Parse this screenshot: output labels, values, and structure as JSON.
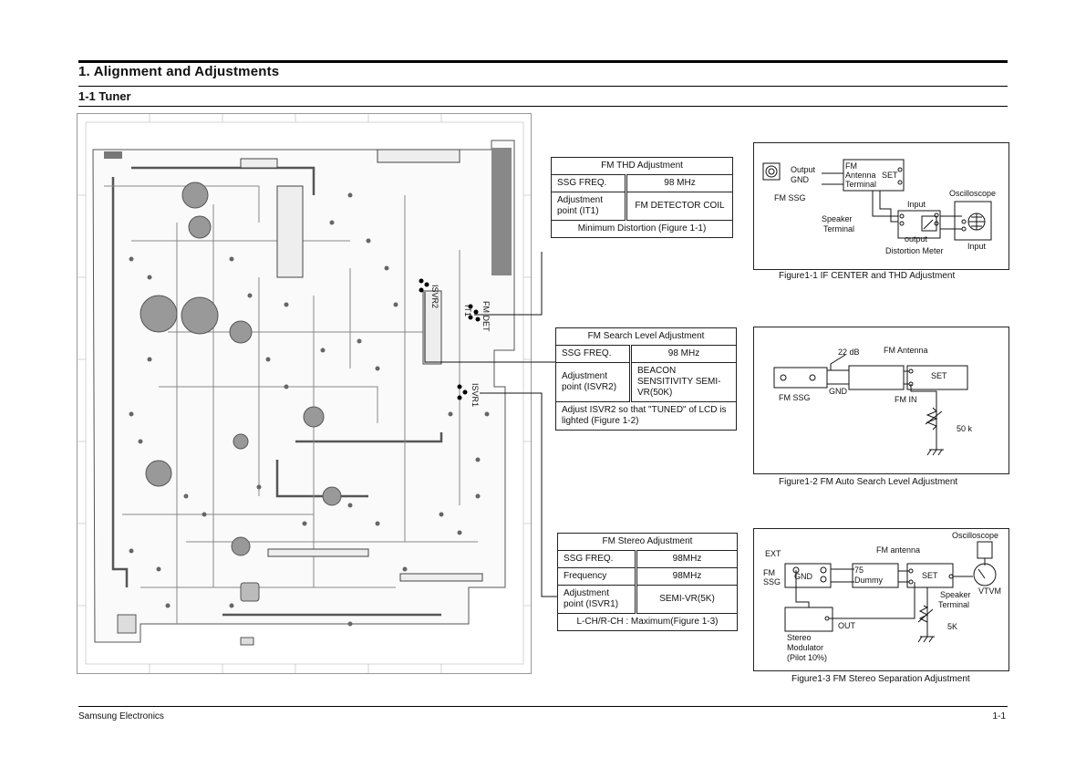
{
  "header": {
    "section_title": "1. Alignment and Adjustments",
    "subsection_title": "1-1 Tuner"
  },
  "pcb": {
    "labels": {
      "isvr2": "ISVR2",
      "isvr1": "ISVR1",
      "fm_det": "FM DET",
      "it1": "IT1"
    }
  },
  "tables": {
    "fm_thd": {
      "title": "FM THD Adjustment",
      "rows": [
        {
          "key": "SSG FREQ.",
          "value": "98 MHz"
        },
        {
          "key": "Adjustment point (IT1)",
          "value": "FM DETECTOR COIL"
        }
      ],
      "note": "Minimum Distortion  (Figure 1-1)"
    },
    "fm_search": {
      "title": "FM Search Level Adjustment",
      "rows": [
        {
          "key": "SSG FREQ.",
          "value": "98 MHz"
        },
        {
          "key": "Adjustment point (ISVR2)",
          "value": "BEACON SENSITIVITY SEMI-VR(50K)"
        }
      ],
      "note": "Adjust ISVR2 so that \"TUNED\" of LCD is lighted (Figure 1-2)"
    },
    "fm_stereo": {
      "title": "FM Stereo Adjustment",
      "rows": [
        {
          "key": "SSG FREQ.",
          "value": "98MHz"
        },
        {
          "key": "Frequency",
          "value": "98MHz"
        },
        {
          "key": "Adjustment point (ISVR1)",
          "value": "SEMI-VR(5K)"
        }
      ],
      "note": "L-CH/R-CH : Maximum(Figure 1-3)"
    }
  },
  "figures": {
    "fig1": {
      "caption": "Figure1-1  IF CENTER and THD Adjustment",
      "labels": {
        "output": "Output",
        "gnd": "GND",
        "fm_ssg": "FM SSG",
        "fm": "FM",
        "antenna": "Antenna",
        "terminal": "Terminal",
        "set": "SET",
        "speaker": "Speaker",
        "speaker_terminal": "Terminal",
        "input": "Input",
        "output_lc": "output",
        "distortion_meter": "Distortion Meter",
        "oscilloscope": "Oscilloscope",
        "input2": "Input"
      }
    },
    "fig2": {
      "caption": "Figure1-2  FM Auto Search Level Adjustment",
      "labels": {
        "db": "22 dB",
        "fm_antenna": "FM Antenna",
        "set": "SET",
        "fm_ssg": "FM SSG",
        "gnd": "GND",
        "fm_in": "FM IN",
        "res": "50 k"
      }
    },
    "fig3": {
      "caption": "Figure1-3 FM Stereo Separation Adjustment",
      "labels": {
        "oscilloscope": "Oscilloscope",
        "ext": "EXT",
        "fm_antenna": "FM antenna",
        "fm": "FM",
        "ssg": "SSG",
        "gnd": "GND",
        "dummy_val": "75",
        "dummy": "Dummy",
        "set": "SET",
        "vtvm": "VTVM",
        "speaker": "Speaker",
        "terminal": "Terminal",
        "out": "OUT",
        "res": "5K",
        "stereo": "Stereo",
        "modulator": "Modulator",
        "pilot": "(Pilot 10%)"
      }
    }
  },
  "footer": {
    "left": "Samsung Electronics",
    "right": "1-1"
  }
}
